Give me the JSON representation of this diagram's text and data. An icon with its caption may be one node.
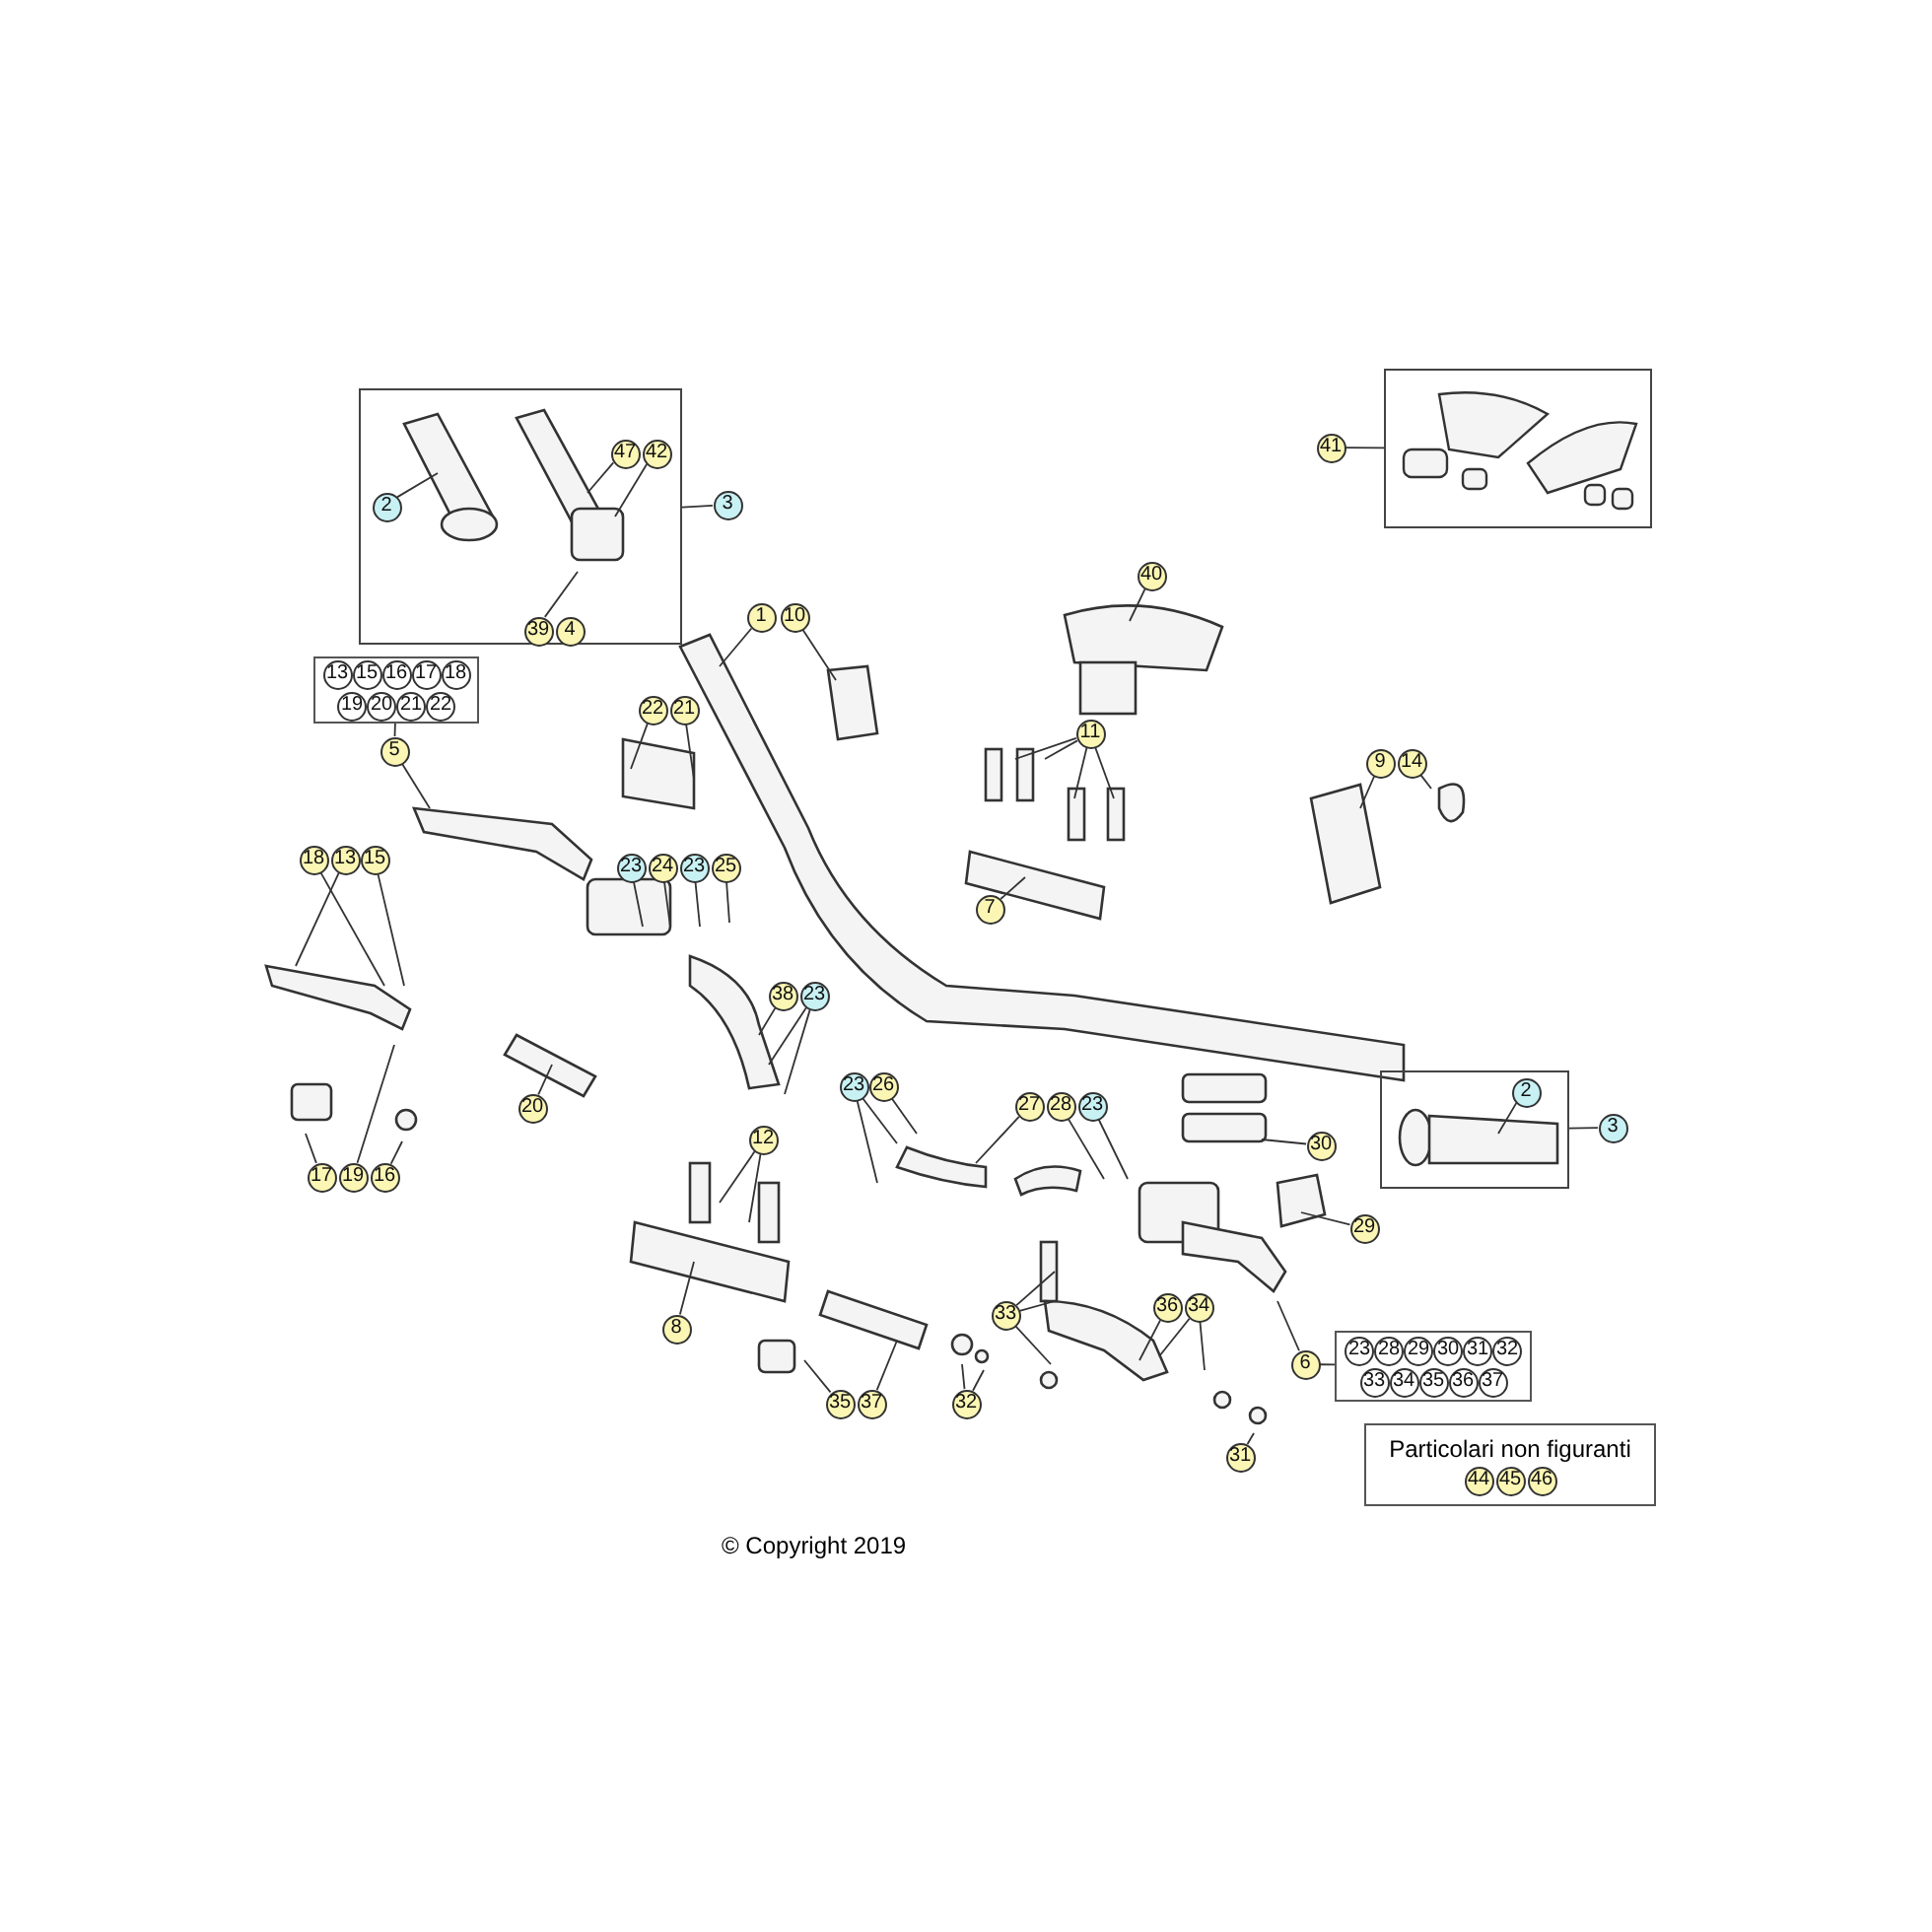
{
  "diagram": {
    "nodes": [
      {
        "text": [],
        "shape": "box"
      },
      {
        "text": [
          "2"
        ],
        "in": 0
      },
      {
        "text": [
          "47"
        ],
        "in": 0
      },
      {
        "text": [
          "42"
        ],
        "in": 0
      },
      {
        "text": [
          "3"
        ]
      },
      {
        "text": [
          "39"
        ],
        "in": 0
      },
      {
        "text": [
          "4"
        ],
        "in": 0
      },
      {
        "text": [
          "41"
        ]
      },
      {
        "text": [],
        "shape": "box"
      },
      {
        "text": [
          "1"
        ]
      },
      {
        "text": [
          "10"
        ]
      },
      {
        "text": [
          "40"
        ]
      },
      {
        "text": [
          "13",
          "15",
          "16",
          "17",
          "18",
          "19",
          "20",
          "21",
          "22"
        ]
      },
      {
        "text": [
          "5"
        ]
      },
      {
        "text": [
          "22"
        ]
      },
      {
        "text": [
          "21"
        ]
      },
      {
        "text": [
          "11"
        ]
      },
      {
        "text": [
          "9"
        ]
      },
      {
        "text": [
          "14"
        ]
      },
      {
        "text": [
          "18"
        ]
      },
      {
        "text": [
          "13"
        ]
      },
      {
        "text": [
          "15"
        ]
      },
      {
        "text": [
          "23"
        ]
      },
      {
        "text": [
          "24"
        ]
      },
      {
        "text": [
          "23"
        ]
      },
      {
        "text": [
          "25"
        ]
      },
      {
        "text": [
          "7"
        ]
      },
      {
        "text": [
          "38"
        ]
      },
      {
        "text": [
          "23"
        ]
      },
      {
        "text": [
          "23"
        ]
      },
      {
        "text": [
          "26"
        ]
      },
      {
        "text": [
          "27"
        ]
      },
      {
        "text": [
          "28"
        ]
      },
      {
        "text": [
          "23"
        ]
      },
      {
        "text": [],
        "shape": "box"
      },
      {
        "text": [
          "2"
        ],
        "in": 34
      },
      {
        "text": [
          "3"
        ]
      },
      {
        "text": [
          "20"
        ]
      },
      {
        "text": [
          "17"
        ]
      },
      {
        "text": [
          "19"
        ]
      },
      {
        "text": [
          "16"
        ]
      },
      {
        "text": [
          "12"
        ]
      },
      {
        "text": [
          "30"
        ]
      },
      {
        "text": [
          "29"
        ]
      },
      {
        "text": [
          "33"
        ]
      },
      {
        "text": [
          "36"
        ]
      },
      {
        "text": [
          "34"
        ]
      },
      {
        "text": [
          "8"
        ]
      },
      {
        "text": [
          "6"
        ]
      },
      {
        "text": [
          "23",
          "28",
          "29",
          "30",
          "31",
          "32",
          "33",
          "34",
          "35",
          "36",
          "37"
        ]
      },
      {
        "text": [
          "35"
        ]
      },
      {
        "text": [
          "37"
        ]
      },
      {
        "text": [
          "32"
        ]
      },
      {
        "text": [
          "31"
        ]
      },
      {
        "text": [
          "Particolari non figuranti",
          "44",
          "45",
          "46"
        ]
      }
    ],
    "edges": [
      {
        "from": 1,
        "to": null,
        "arrow": "none"
      },
      {
        "from": 2,
        "to": null,
        "arrow": "none"
      },
      {
        "from": 3,
        "to": null,
        "arrow": "none"
      },
      {
        "from": 4,
        "to": 0,
        "arrow": "none"
      },
      {
        "from": 5,
        "to": null,
        "arrow": "none"
      },
      {
        "from": 7,
        "to": 8,
        "arrow": "none"
      },
      {
        "from": 9,
        "to": null,
        "arrow": "none"
      },
      {
        "from": 10,
        "to": null,
        "arrow": "none"
      },
      {
        "from": 11,
        "to": null,
        "arrow": "none"
      },
      {
        "from": 12,
        "to": 13,
        "arrow": "none"
      },
      {
        "from": 13,
        "to": null,
        "arrow": "none"
      },
      {
        "from": 14,
        "to": null,
        "arrow": "none"
      },
      {
        "from": 15,
        "to": null,
        "arrow": "none"
      },
      {
        "from": 16,
        "to": null,
        "arrow": "none"
      },
      {
        "from": 16,
        "to": null,
        "arrow": "none"
      },
      {
        "from": 16,
        "to": null,
        "arrow": "none"
      },
      {
        "from": 16,
        "to": null,
        "arrow": "none"
      },
      {
        "from": 17,
        "to": null,
        "arrow": "none"
      },
      {
        "from": 18,
        "to": null,
        "arrow": "none"
      },
      {
        "from": 19,
        "to": null,
        "arrow": "none"
      },
      {
        "from": 20,
        "to": null,
        "arrow": "none"
      },
      {
        "from": 21,
        "to": null,
        "arrow": "none"
      },
      {
        "from": 22,
        "to": null,
        "arrow": "none"
      },
      {
        "from": 23,
        "to": null,
        "arrow": "none"
      },
      {
        "from": 24,
        "to": null,
        "arrow": "none"
      },
      {
        "from": 25,
        "to": null,
        "arrow": "none"
      },
      {
        "from": 26,
        "to": null,
        "arrow": "none"
      },
      {
        "from": 27,
        "to": null,
        "arrow": "none"
      },
      {
        "from": 28,
        "to": null,
        "arrow": "none"
      },
      {
        "from": 28,
        "to": null,
        "arrow": "none"
      },
      {
        "from": 29,
        "to": null,
        "arrow": "none"
      },
      {
        "from": 29,
        "to": null,
        "arrow": "none"
      },
      {
        "from": 30,
        "to": null,
        "arrow": "none"
      },
      {
        "from": 31,
        "to": null,
        "arrow": "none"
      },
      {
        "from": 32,
        "to": null,
        "arrow": "none"
      },
      {
        "from": 33,
        "to": null,
        "arrow": "none"
      },
      {
        "from": 35,
        "to": null,
        "arrow": "none"
      },
      {
        "from": 36,
        "to": 34,
        "arrow": "none"
      },
      {
        "from": 37,
        "to": null,
        "arrow": "none"
      },
      {
        "from": 38,
        "to": null,
        "arrow": "none"
      },
      {
        "from": 39,
        "to": null,
        "arrow": "none"
      },
      {
        "from": 40,
        "to": null,
        "arrow": "none"
      },
      {
        "from": 41,
        "to": null,
        "arrow": "none"
      },
      {
        "from": 41,
        "to": null,
        "arrow": "none"
      },
      {
        "from": 42,
        "to": null,
        "arrow": "none"
      },
      {
        "from": 43,
        "to": null,
        "arrow": "none"
      },
      {
        "from": 44,
        "to": null,
        "arrow": "none"
      },
      {
        "from": 44,
        "to": null,
        "arrow": "none"
      },
      {
        "from": 44,
        "to": null,
        "arrow": "none"
      },
      {
        "from": 45,
        "to": null,
        "arrow": "none"
      },
      {
        "from": 46,
        "to": null,
        "arrow": "none"
      },
      {
        "from": 46,
        "to": null,
        "arrow": "none"
      },
      {
        "from": 47,
        "to": null,
        "arrow": "none"
      },
      {
        "from": 48,
        "to": null,
        "arrow": "none"
      },
      {
        "from": 48,
        "to": 49,
        "arrow": "none"
      },
      {
        "from": 50,
        "to": null,
        "arrow": "none"
      },
      {
        "from": 51,
        "to": null,
        "arrow": "none"
      },
      {
        "from": 52,
        "to": null,
        "arrow": "none"
      },
      {
        "from": 52,
        "to": null,
        "arrow": "none"
      },
      {
        "from": 53,
        "to": null,
        "arrow": "none"
      }
    ],
    "labels": [
      "© Copyright 2019"
    ]
  }
}
